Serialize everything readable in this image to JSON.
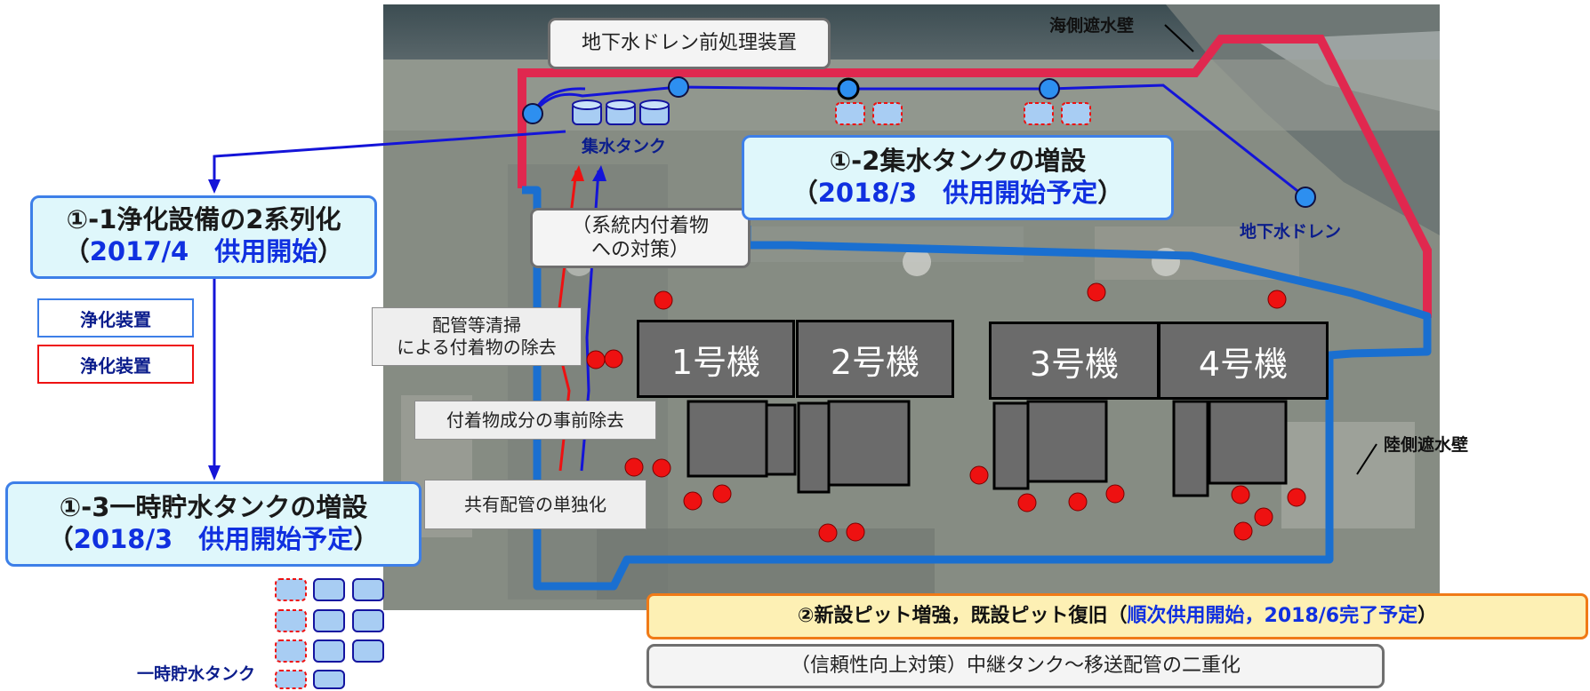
{
  "labels": {
    "sea_wall": "海側遮水壁",
    "land_wall": "陸側遮水壁",
    "pretreatment": "地下水ドレン前処理装置",
    "collect_tank": "集水タンク",
    "ground_drain": "地下水ドレン",
    "temp_tank": "一時貯水タンク"
  },
  "callout_1_1": {
    "title": "①-1浄化設備の2系列化",
    "date": "2017/4　供用開始",
    "open": "（",
    "close": "）"
  },
  "callout_1_2": {
    "title": "①-2集水タンクの増設",
    "date": "2018/3　供用開始予定",
    "open": "（",
    "close": "）"
  },
  "callout_1_3": {
    "title": "①-3一時貯水タンクの増設",
    "date": "2018/3　供用開始予定",
    "open": "（",
    "close": "）"
  },
  "legend": {
    "blue_box": "浄化装置",
    "red_box": "浄化装置"
  },
  "notes": {
    "system_line1": "（系統内付着物",
    "system_line2": "への対策）",
    "pipe_clean_line1": "配管等清掃",
    "pipe_clean_line2": "による付着物の除去",
    "pre_removal": "付着物成分の事前除去",
    "pipe_separate": "共有配管の単独化"
  },
  "units": [
    "1号機",
    "2号機",
    "3号機",
    "4号機"
  ],
  "bottom": {
    "item2_prefix": "②新設ピット増強，既設ピット復旧（",
    "item2_blue": "順次供用開始，2018/6完了予定",
    "item2_suffix": "）",
    "reliability": "（信頼性向上対策）中継タンク～移送配管の二重化"
  },
  "colors": {
    "sea_wall": "#e0284f",
    "land_wall": "#1a6fd0",
    "flow": "#1515e0",
    "pit": "#ee1111",
    "unit": "#6b6b6b"
  }
}
